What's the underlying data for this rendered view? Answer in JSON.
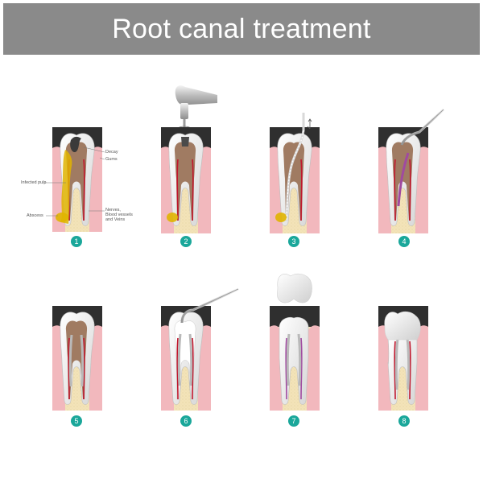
{
  "title": "Root canal treatment",
  "labels": {
    "decay": "Decay",
    "gums": "Gums",
    "infected_pulp": "Infected pulp",
    "abscess": "Abscess",
    "nerves_line1": "Nerves,",
    "nerves_line2": "Blood vessels",
    "nerves_line3": "and Veins"
  },
  "steps": [
    "1",
    "2",
    "3",
    "4",
    "5",
    "6",
    "7",
    "8"
  ],
  "colors": {
    "title_bg": "#8a8a8a",
    "badge": "#1aa79a",
    "gum": "#f2b8bd",
    "bone": "#f3e3b8",
    "pulp": "#a07b62",
    "decay": "#3a3a3a",
    "infection": "#e0b400",
    "nerve": "#c0172d",
    "filling": "#b9b9b9"
  }
}
